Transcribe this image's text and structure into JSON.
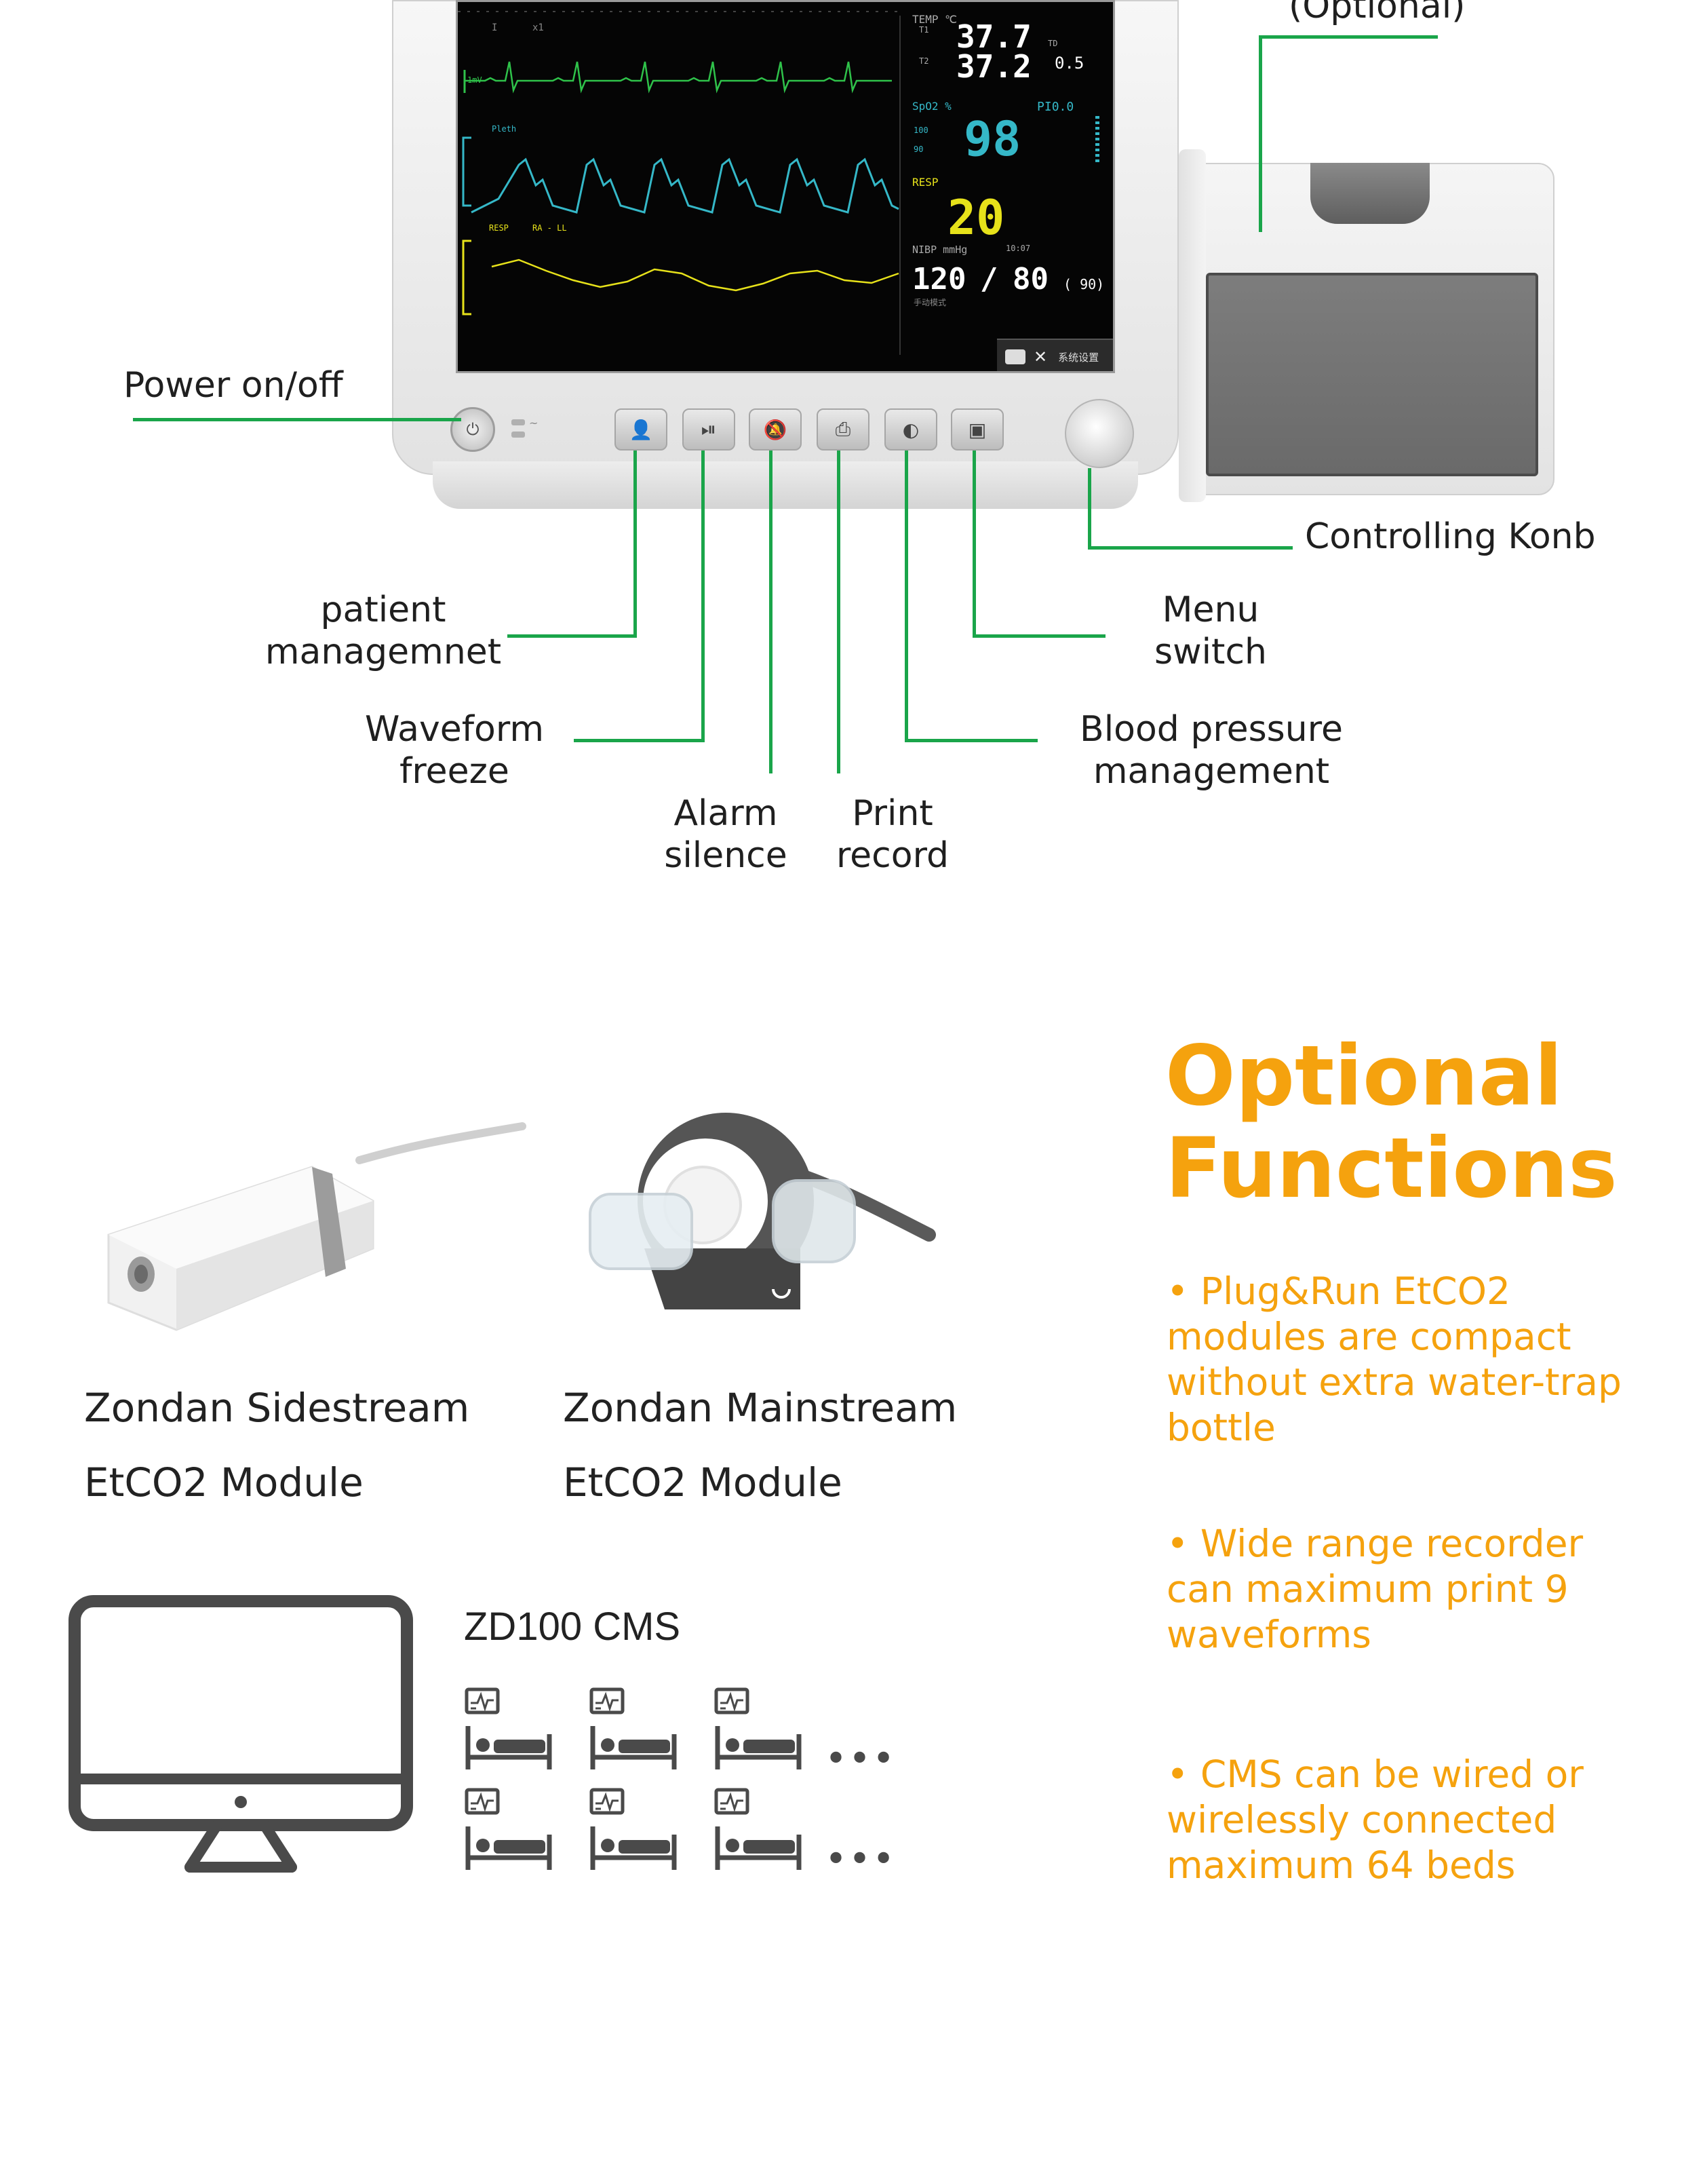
{
  "monitor": {
    "optional_text": "(Optional)",
    "screen": {
      "temp_label": "TEMP ℃",
      "t1_label": "T1",
      "t2_label": "T2",
      "t1_value": "37.7",
      "t2_value": "37.2",
      "td_label": "TD",
      "td_value": "0.5",
      "spo2_label": "SpO2 %",
      "pi_label": "PI",
      "pi_value": "0.0",
      "spo2_scale_hi": "100",
      "spo2_scale_lo": "90",
      "spo2_value": "98",
      "resp_label": "RESP",
      "resp_value": "20",
      "nibp_label": "NIBP mmHg",
      "nibp_time": "10:07",
      "nibp_sys": "120",
      "nibp_slash": "/",
      "nibp_dia": "80",
      "nibp_map": "( 90)",
      "nibp_mode": "手动模式",
      "ecg_lead": "I",
      "ecg_gain": "x1",
      "ecg_scale": "1mV",
      "pleth_label": "Pleth",
      "resp_wave_label": "RESP",
      "resp_lead": "RA - LL",
      "menu_label": "系统设置"
    }
  },
  "callouts": {
    "power": "Power on/off",
    "knob": "Controlling Konb",
    "patient_line1": "patient",
    "patient_line2": "managemnet",
    "menu_line1": "Menu",
    "menu_line2": "switch",
    "freeze_line1": "Waveform",
    "freeze_line2": "freeze",
    "bp_line1": "Blood pressure",
    "bp_line2": "management",
    "alarm_line1": "Alarm",
    "alarm_line2": "silence",
    "print_line1": "Print",
    "print_line2": "record"
  },
  "modules": {
    "side_line1": "Zondan Sidestream",
    "side_line2": "EtCO2 Module",
    "main_line1": "Zondan Mainstream",
    "main_line2": "EtCO2 Module"
  },
  "cms": {
    "title": "ZD100 CMS",
    "more": "•••"
  },
  "optional": {
    "title_line1": "Optional",
    "title_line2": "Functions",
    "bullet1_l1": "• Plug&Run EtCO2",
    "bullet1_l2": "modules are compact",
    "bullet1_l3": "without extra water-trap",
    "bullet1_l4": "bottle",
    "bullet2_l1": "• Wide range recorder",
    "bullet2_l2": "can maximum print 9",
    "bullet2_l3": "waveforms",
    "bullet3_l1": "• CMS can be wired or",
    "bullet3_l2": "wirelessly connected",
    "bullet3_l3": "maximum 64 beds"
  },
  "colors": {
    "callout_line": "#1aa54a",
    "accent_orange": "#f5a20e",
    "text_dark": "#1f1f1f",
    "ecg_green": "#2fc24a",
    "pleth_cyan": "#35b8c8",
    "resp_yellow": "#e7e21a",
    "screen_bg": "#050505",
    "device_icon": "#4a4a4a"
  }
}
